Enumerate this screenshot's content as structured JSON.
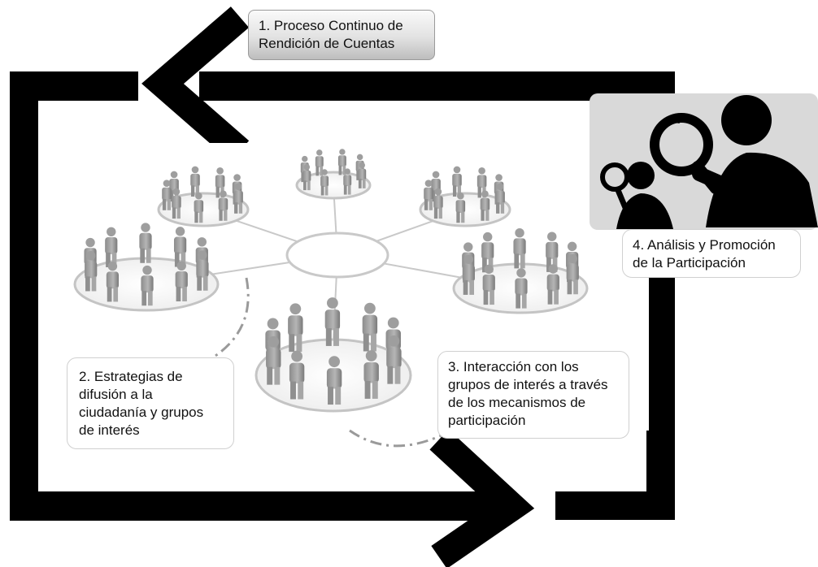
{
  "diagram": {
    "step1": {
      "lines": [
        "1. Proceso Continuo de",
        "Rendición de Cuentas"
      ]
    },
    "step2": {
      "lines": [
        "2. Estrategias de",
        "difusión a la",
        "ciudadanía y grupos",
        "de interés"
      ]
    },
    "step3": {
      "lines": [
        "3. Interacción con los",
        "grupos de interés a través",
        "de los mecanismos de",
        "participación"
      ]
    },
    "step4": {
      "lines": [
        "4. Análisis y Promoción",
        "de la Participación"
      ]
    }
  },
  "icons": {
    "central_image": "people-network-icon",
    "magnifier_image": "magnifying-glass-people-icon",
    "arrow_top": "arrow-left-icon",
    "arrow_bottom": "arrow-right-icon"
  },
  "colors": {
    "frame": "#000000",
    "figure": "#9a9a9a",
    "ring": "#c8c8c8",
    "magnifier_panel": "#d9d9d9",
    "box_gradient_top": "#fafafa",
    "box_gradient_bottom": "#bdbdbd"
  }
}
